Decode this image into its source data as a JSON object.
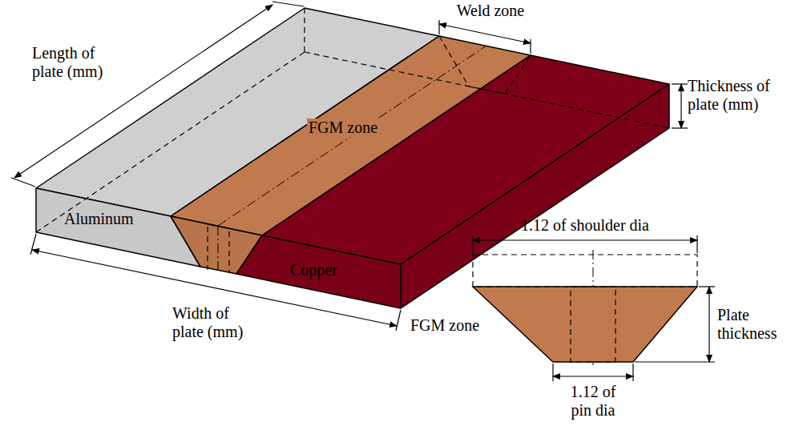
{
  "diagram": {
    "labels": [
      "Length of plate (mm)",
      "Weld zone",
      "Thickness of plate (mm)",
      "FGM zone",
      "Aluminum",
      "Copper",
      "Width of plate (mm)",
      "1.12 of shoulder dia",
      "FGM zone",
      "Plate thickness",
      "1.12 of pin dia"
    ]
  }
}
